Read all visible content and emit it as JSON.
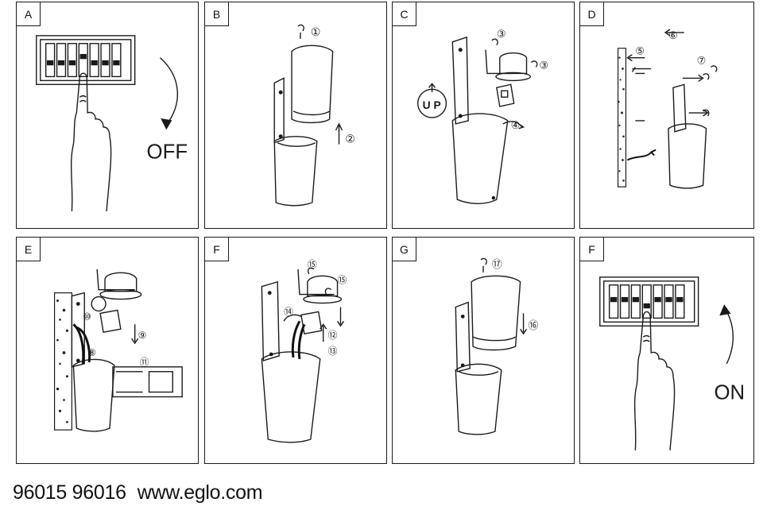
{
  "panels": [
    {
      "id": "A",
      "label": "A",
      "caption": "OFF"
    },
    {
      "id": "B",
      "label": "B",
      "steps": [
        "①",
        "②"
      ]
    },
    {
      "id": "C",
      "label": "C",
      "steps": [
        "③",
        "③",
        "④"
      ],
      "badge": "U P"
    },
    {
      "id": "D",
      "label": "D",
      "steps": [
        "⑤",
        "⑥",
        "⑦"
      ]
    },
    {
      "id": "E",
      "label": "E",
      "steps": [
        "⑧",
        "⑨",
        "⑩",
        "⑪"
      ]
    },
    {
      "id": "F1",
      "label": "F",
      "steps": [
        "⑫",
        "⑬",
        "⑭",
        "⑮",
        "⑮"
      ]
    },
    {
      "id": "G",
      "label": "G",
      "steps": [
        "⑯",
        "⑰"
      ]
    },
    {
      "id": "F2",
      "label": "F",
      "caption": "ON"
    }
  ],
  "footer": {
    "models": "96015 96016",
    "website": "www.eglo.com"
  },
  "colors": {
    "line": "#1a1a1a",
    "wall_dots": "#222222",
    "wire": "#111111"
  }
}
